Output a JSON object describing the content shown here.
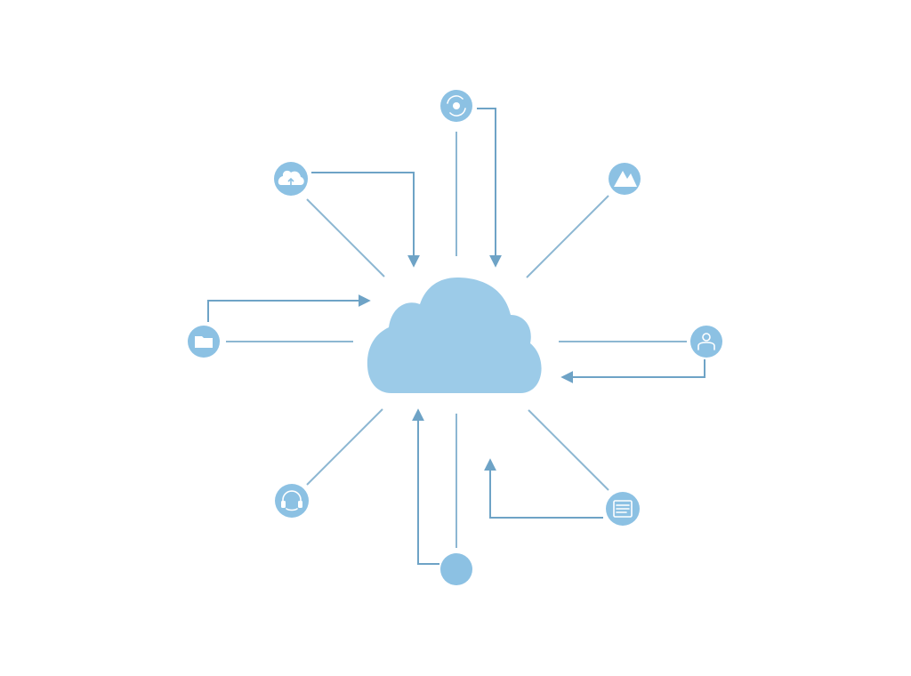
{
  "diagram": {
    "colors": {
      "cloud": "#9ccbe8",
      "node": "#8cc1e3",
      "connector": "#8db7d2",
      "arrow": "#6ea3c6",
      "background": "#ffffff"
    },
    "hub": {
      "icon": "cloud-icon"
    },
    "nodes": [
      {
        "name": "top-node",
        "icon": "sync-icon"
      },
      {
        "name": "top-left-node",
        "icon": "cloud-upload-icon"
      },
      {
        "name": "top-right-node",
        "icon": "mountain-icon"
      },
      {
        "name": "left-node",
        "icon": "folder-icon"
      },
      {
        "name": "right-node",
        "icon": "user-icon"
      },
      {
        "name": "bottom-left-node",
        "icon": "headset-icon"
      },
      {
        "name": "bottom-right-node",
        "icon": "document-icon"
      },
      {
        "name": "bottom-node",
        "icon": "dot-icon"
      }
    ]
  }
}
